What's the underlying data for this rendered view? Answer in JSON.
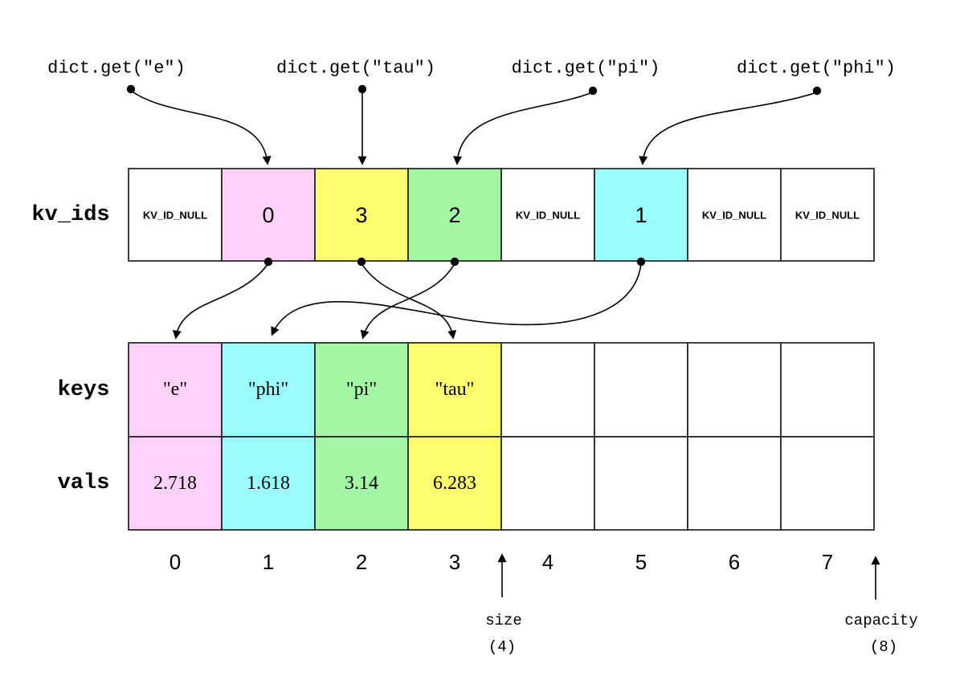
{
  "queries": [
    {
      "label": "dict.get(\"e\")",
      "points_to_slot": 1
    },
    {
      "label": "dict.get(\"tau\")",
      "points_to_slot": 2
    },
    {
      "label": "dict.get(\"pi\")",
      "points_to_slot": 3
    },
    {
      "label": "dict.get(\"phi\")",
      "points_to_slot": 5
    }
  ],
  "kv_ids": {
    "label": "kv_ids",
    "cells": [
      {
        "text": "KV_ID_NULL",
        "fill": "#ffffff"
      },
      {
        "text": "0",
        "fill": "#ffd1f9"
      },
      {
        "text": "3",
        "fill": "#fdfd6d"
      },
      {
        "text": "2",
        "fill": "#a3f6a3"
      },
      {
        "text": "KV_ID_NULL",
        "fill": "#ffffff"
      },
      {
        "text": "1",
        "fill": "#9afcfc"
      },
      {
        "text": "KV_ID_NULL",
        "fill": "#ffffff"
      },
      {
        "text": "KV_ID_NULL",
        "fill": "#ffffff"
      }
    ]
  },
  "slot_to_entry_links": [
    {
      "slot": 1,
      "entry": 0
    },
    {
      "slot": 2,
      "entry": 3
    },
    {
      "slot": 3,
      "entry": 2
    },
    {
      "slot": 5,
      "entry": 1
    }
  ],
  "keys": {
    "label": "keys",
    "cells": [
      {
        "text": "\"e\"",
        "fill": "#ffd1f9"
      },
      {
        "text": "\"phi\"",
        "fill": "#9afcfc"
      },
      {
        "text": "\"pi\"",
        "fill": "#a3f6a3"
      },
      {
        "text": "\"tau\"",
        "fill": "#fdfd6d"
      },
      {
        "text": "",
        "fill": "#ffffff"
      },
      {
        "text": "",
        "fill": "#ffffff"
      },
      {
        "text": "",
        "fill": "#ffffff"
      },
      {
        "text": "",
        "fill": "#ffffff"
      }
    ]
  },
  "vals": {
    "label": "vals",
    "cells": [
      {
        "text": "2.718",
        "fill": "#ffd1f9"
      },
      {
        "text": "1.618",
        "fill": "#9afcfc"
      },
      {
        "text": "3.14",
        "fill": "#a3f6a3"
      },
      {
        "text": "6.283",
        "fill": "#fdfd6d"
      },
      {
        "text": "",
        "fill": "#ffffff"
      },
      {
        "text": "",
        "fill": "#ffffff"
      },
      {
        "text": "",
        "fill": "#ffffff"
      },
      {
        "text": "",
        "fill": "#ffffff"
      }
    ]
  },
  "indices": [
    "0",
    "1",
    "2",
    "3",
    "4",
    "5",
    "6",
    "7"
  ],
  "size": {
    "label": "size",
    "value": "(4)"
  },
  "capacity": {
    "label": "capacity",
    "value": "(8)"
  },
  "palette": {
    "pink": "#ffd1f9",
    "yellow": "#fdfd6d",
    "green": "#a3f6a3",
    "cyan": "#9afcfc",
    "line": "#000000"
  }
}
